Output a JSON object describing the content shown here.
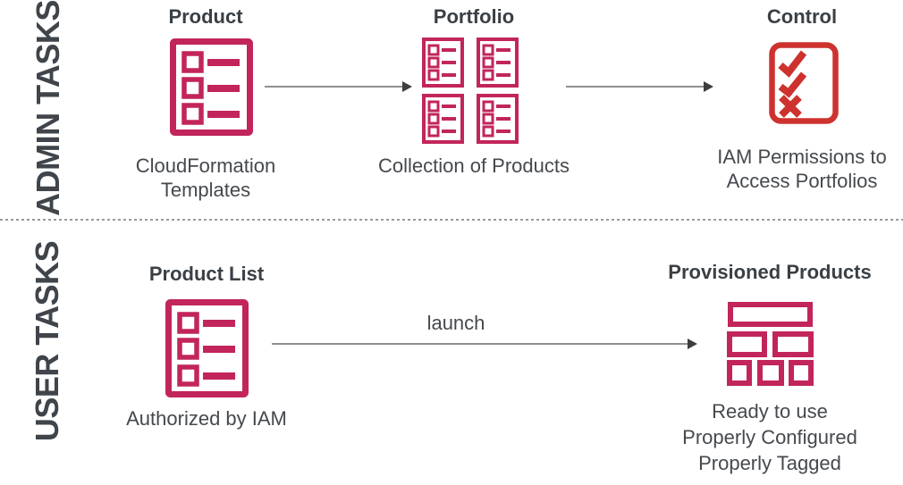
{
  "colors": {
    "pink": "#C2255C",
    "red": "#CE322F",
    "heading": "#3F454A",
    "title": "#3A4045",
    "caption": "#45494E",
    "arrow_line": "#909090",
    "arrow_head": "#3E3E3E",
    "divider": "#9A9A9A"
  },
  "icons": {
    "product": "list-document-icon",
    "portfolio": "portfolio-grid-icon",
    "control": "checklist-check-x-icon",
    "provisioned": "stacked-blocks-icon"
  },
  "admin": {
    "label": "ADMIN TASKS",
    "product": {
      "title": "Product",
      "caption_lines": [
        "CloudFormation",
        "Templates"
      ]
    },
    "portfolio": {
      "title": "Portfolio",
      "caption_lines": [
        "Collection of Products"
      ]
    },
    "control": {
      "title": "Control",
      "caption_lines": [
        "IAM Permissions to",
        "Access Portfolios"
      ]
    }
  },
  "user": {
    "label": "USER TASKS",
    "product_list": {
      "title": "Product List",
      "caption_lines": [
        "Authorized by IAM"
      ]
    },
    "launch_label": "launch",
    "provisioned": {
      "title": "Provisioned Products",
      "caption_lines": [
        "Ready to use",
        "Properly Configured",
        "Properly Tagged"
      ]
    }
  }
}
